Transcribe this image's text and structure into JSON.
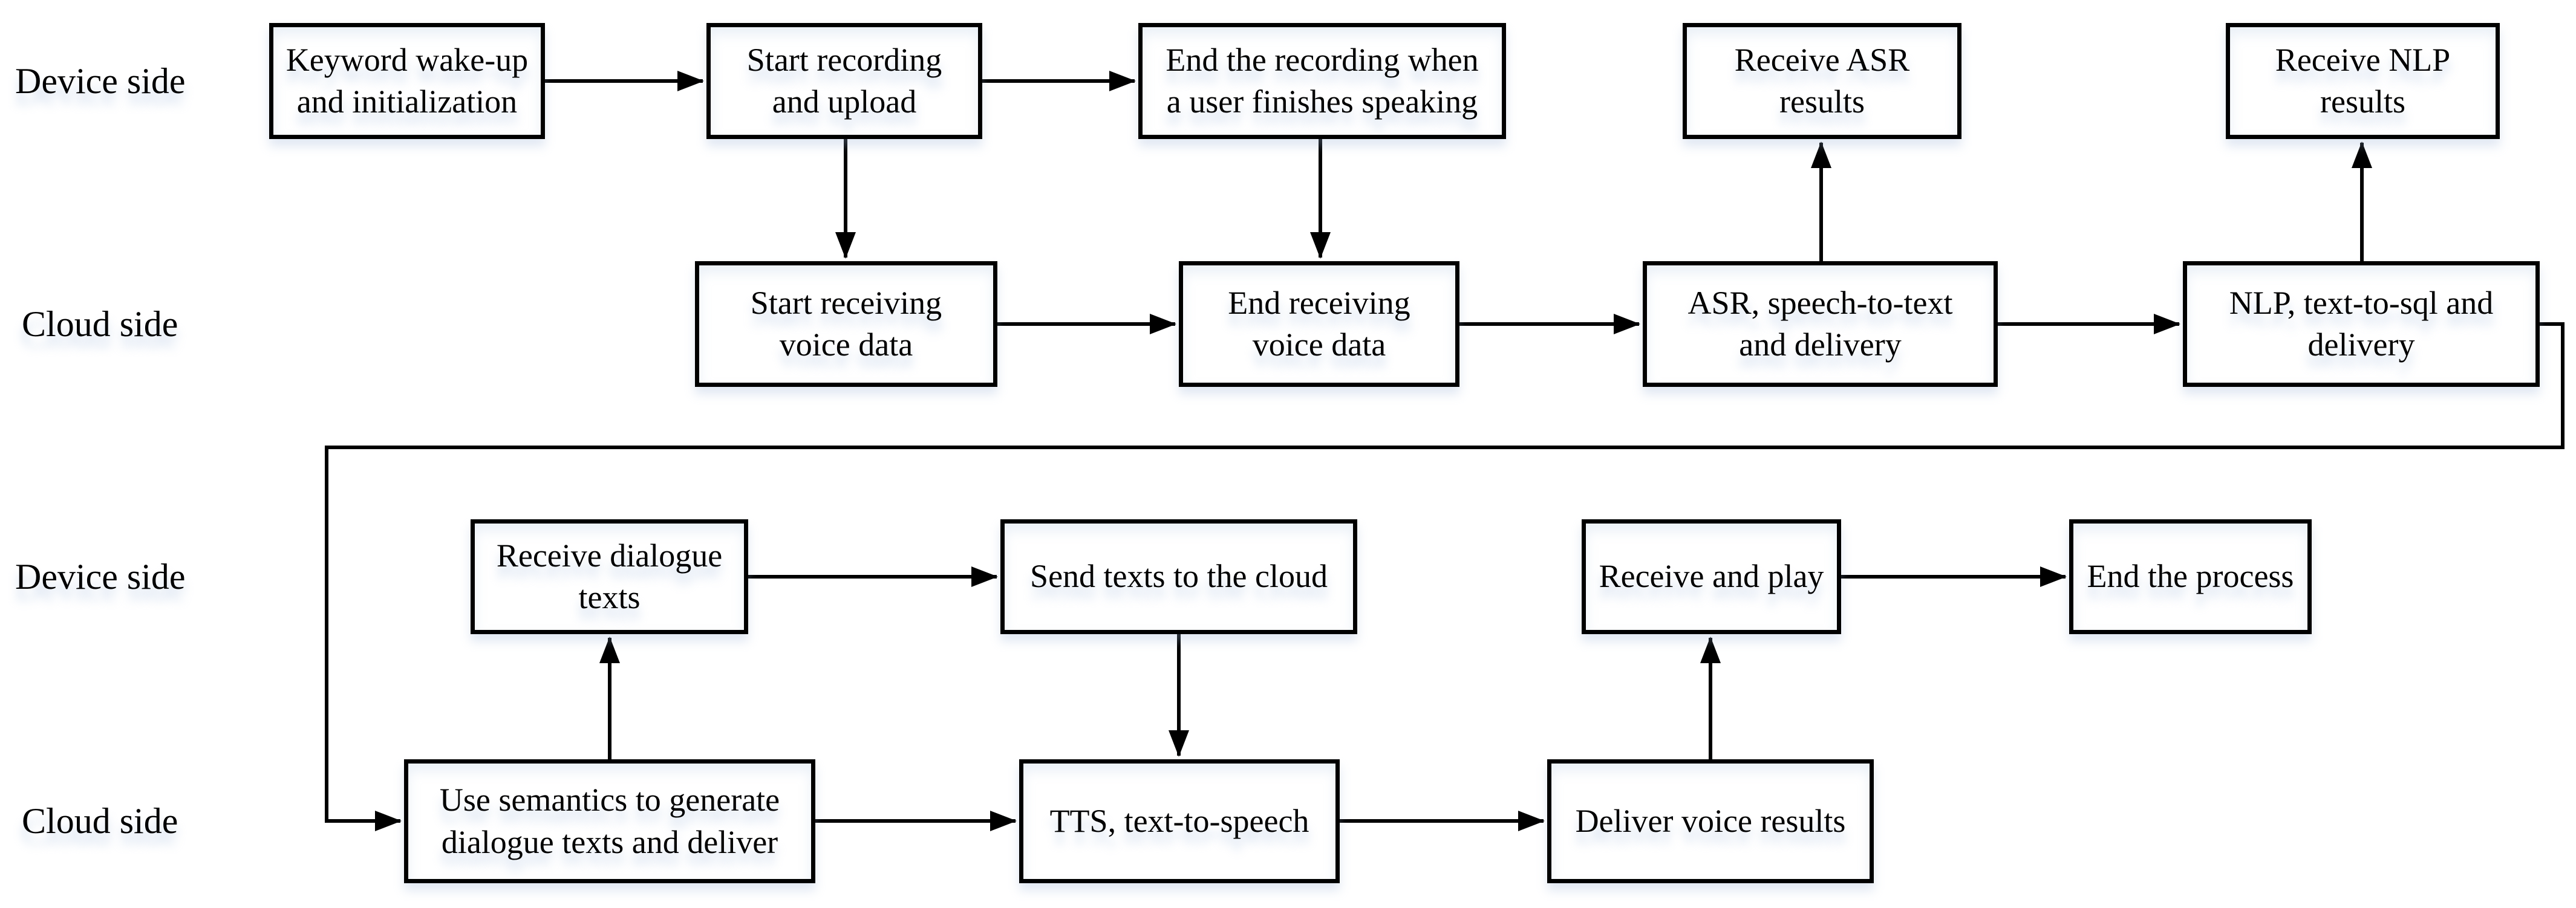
{
  "lanes": [
    {
      "label": "Device side"
    },
    {
      "label": "Cloud side"
    },
    {
      "label": "Device side"
    },
    {
      "label": "Cloud side"
    }
  ],
  "nodes": {
    "keyword_wakeup": {
      "label": "Keyword wake-up\nand initialization"
    },
    "start_recording": {
      "label": "Start recording\nand upload"
    },
    "end_recording": {
      "label": "End the recording when\na user finishes speaking"
    },
    "receive_asr": {
      "label": "Receive ASR\nresults"
    },
    "receive_nlp": {
      "label": "Receive NLP\nresults"
    },
    "start_receiving": {
      "label": "Start receiving\nvoice data"
    },
    "end_receiving": {
      "label": "End receiving\nvoice data"
    },
    "asr": {
      "label": "ASR, speech-to-text\nand delivery"
    },
    "nlp": {
      "label": "NLP, text-to-sql and\ndelivery"
    },
    "receive_dialogue": {
      "label": "Receive dialogue\ntexts"
    },
    "send_texts": {
      "label": "Send texts to the cloud"
    },
    "receive_play": {
      "label": "Receive and play"
    },
    "end_process": {
      "label": "End the process"
    },
    "use_semantics": {
      "label": "Use semantics to generate\ndialogue texts and deliver"
    },
    "tts": {
      "label": "TTS, text-to-speech"
    },
    "deliver_voice": {
      "label": "Deliver voice results"
    }
  },
  "colors": {
    "line": "#000000",
    "box_background": "#ffffff",
    "text": "#000000"
  }
}
